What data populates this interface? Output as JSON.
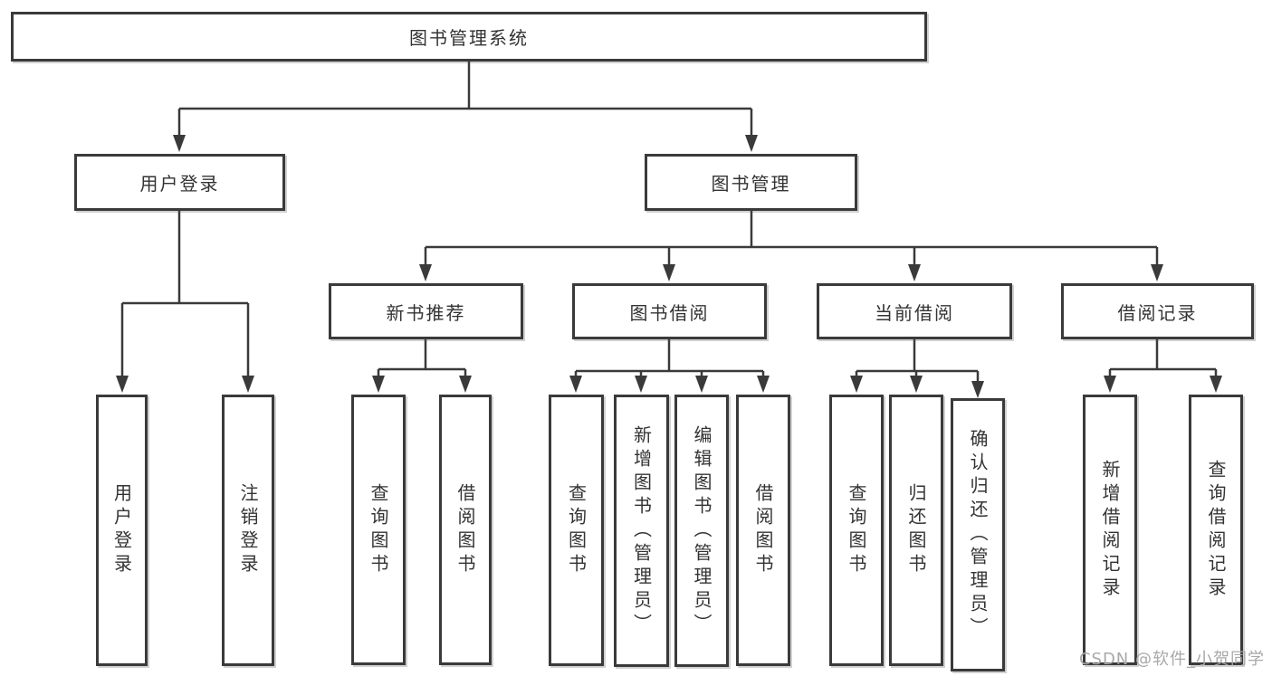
{
  "tree": {
    "root": "图书管理系统",
    "level1": {
      "user_login": "用户登录",
      "book_management": "图书管理"
    },
    "level2": {
      "new_book_recommend": "新书推荐",
      "book_borrow": "图书借阅",
      "current_borrow": "当前借阅",
      "borrow_records": "借阅记录"
    },
    "leaves": {
      "user_login": [
        "用户登录",
        "注销登录"
      ],
      "new_book_recommend": [
        "查询图书",
        "借阅图书"
      ],
      "book_borrow": [
        "查询图书",
        "新增图书（管理员）",
        "编辑图书（管理员）",
        "借阅图书"
      ],
      "current_borrow": [
        "查询图书",
        "归还图书",
        "确认归还（管理员）"
      ],
      "borrow_records": [
        "新增借阅记录",
        "查询借阅记录"
      ]
    }
  },
  "watermark": "CSDN @软件_小贺同学",
  "colors": {
    "line": "#3a3a3a",
    "box_border": "#3a3a3a",
    "box_fill": "#ffffff",
    "text": "#333333",
    "watermark": "#a8a8a8",
    "background": "#ffffff"
  }
}
